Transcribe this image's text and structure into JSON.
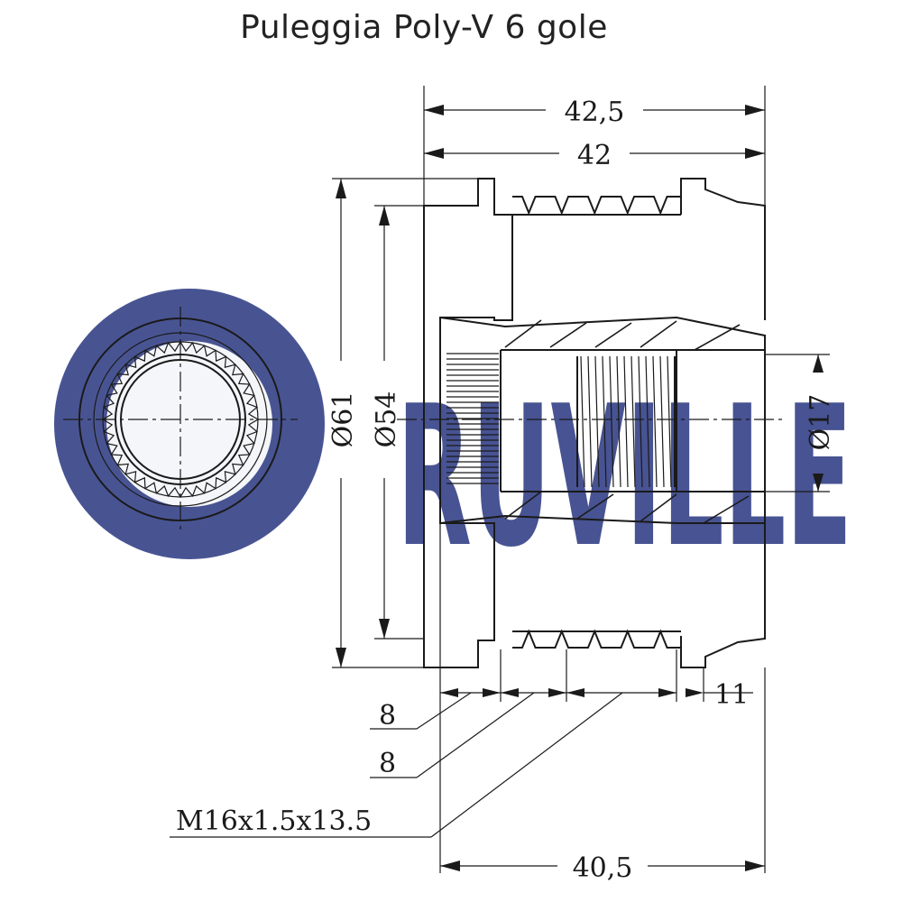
{
  "title": "Puleggia Poly-V 6 gole",
  "watermark": {
    "text": "RUVILLE",
    "color": "#28367f"
  },
  "dimensions": {
    "overall_width": "42,5",
    "body_width": "42",
    "outer_diameter": "61",
    "groove_diameter": "54",
    "bore_diameter": "17",
    "step_1": "8",
    "step_2": "8",
    "hub_length": "11",
    "thread": "M16x1.5x13.5",
    "base_width": "40,5"
  },
  "diameter_symbol": "Ø"
}
